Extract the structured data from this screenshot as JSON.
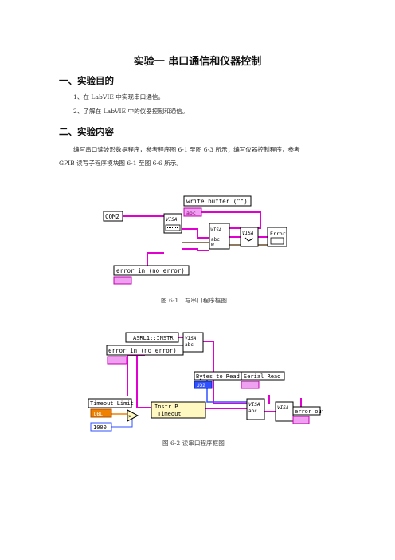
{
  "doc": {
    "title": "实验一 串口通信和仪器控制",
    "section1": {
      "heading": "一、实验目的",
      "items": [
        "1、在 LabVIE 中实现串口通信。",
        "2、了解在 LabVIE 中的仪器控制和通信。"
      ]
    },
    "section2": {
      "heading": "二、实验内容",
      "para_line1": "编写串口读波形数据程序，参考程序图 6-1 至图 6-3 所示；编写仪器控制程序，参考",
      "para_line2": "GPIB 读写子程序模块图 6-1 至图 6-6 所示。"
    }
  },
  "figure1": {
    "caption": "图 6-1　写串口程序框图",
    "write_buffer_label": "write buffer (\"\")",
    "abc_tag": "abc",
    "port_label": "COM2",
    "visa_label": "VISA",
    "error_in_label": "error in (no error)",
    "error_tag": "Error",
    "wire_color": "#e000d0"
  },
  "figure2": {
    "caption": "图 6-2 读串口程序框图",
    "resource_label": "ASRL1::INSTR",
    "error_in_label": "error in (no error)",
    "bytes_to_read_label": "Bytes to Read",
    "serial_read_label": "Serial Read",
    "timeout_limit_label": "Timeout Limit",
    "dbl_tag": "DBL",
    "u32_tag": "U32",
    "instr_label": "Instr P",
    "timeout_label": "Timeout",
    "const_1000": "1000",
    "error_out_label": "error out",
    "visa_label": "VISA",
    "abc_tag": "abc"
  }
}
